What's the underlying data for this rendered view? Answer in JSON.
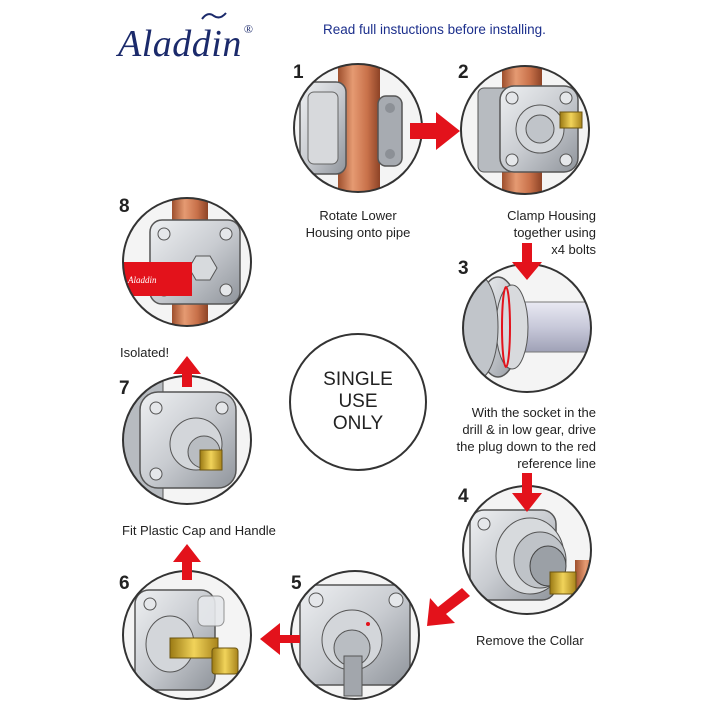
{
  "brand": {
    "name": "Aladdin",
    "mark": "®"
  },
  "header": "Read full instuctions before installing.",
  "badge": {
    "text": "SINGLE\nUSE\nONLY"
  },
  "steps": [
    {
      "number": "1",
      "caption_lines": [
        "Rotate Lower",
        "Housing onto pipe"
      ]
    },
    {
      "number": "2",
      "caption_lines": [
        "Clamp Housing",
        "together using",
        "x4 bolts"
      ]
    },
    {
      "number": "3",
      "caption_lines": [
        "With the socket in the",
        "drill & in low gear, drive",
        "the plug down to the red",
        "reference line"
      ]
    },
    {
      "number": "4",
      "caption_lines": [
        "Remove the Collar"
      ]
    },
    {
      "number": "5",
      "caption_lines": []
    },
    {
      "number": "6",
      "caption_lines": []
    },
    {
      "number": "7",
      "caption_lines": [
        "Fit Plastic Cap and Handle"
      ]
    },
    {
      "number": "8",
      "caption_lines": [
        "Isolated!"
      ]
    }
  ],
  "tag_text": "Aladdin",
  "colors": {
    "arrow": "#e3121b",
    "brand": "#1b2a6b",
    "header": "#1c2f8c",
    "copper": "#c8714a",
    "metal": "#c9ccd1",
    "brass": "#d8b23a"
  }
}
